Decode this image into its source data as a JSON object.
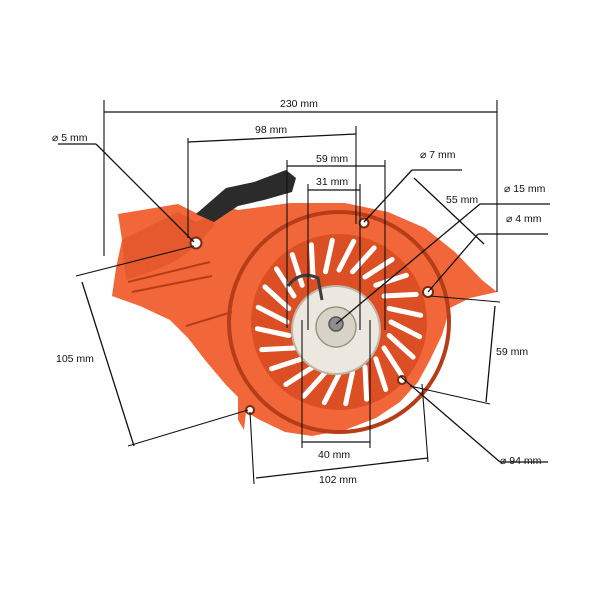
{
  "colors": {
    "housing": "#f2673a",
    "housing_shade": "#dc4f24",
    "housing_dark": "#b73d18",
    "handle": "#2b2b2b",
    "pulley": "#ece8df",
    "line": "#111111",
    "background": "#ffffff"
  },
  "icons": {
    "handle": "starter-handle-icon",
    "pulley": "rope-pulley-icon"
  },
  "labels": {
    "overall_width": "230 mm",
    "hole_spacing_top": "98 mm",
    "inner_width_59": "59 mm",
    "inner_width_31": "31 mm",
    "hole_dia_7": "⌀ 7 mm",
    "hole_dia_15": "⌀ 15 mm",
    "hole_dia_5": "⌀ 5 mm",
    "hole_dia_4": "⌀ 4 mm",
    "diag_55": "55 mm",
    "height_105": "105 mm",
    "height_59": "59 mm",
    "bottom_40": "40 mm",
    "bottom_102": "102 mm",
    "dia_94": "⌀ 94 mm"
  }
}
